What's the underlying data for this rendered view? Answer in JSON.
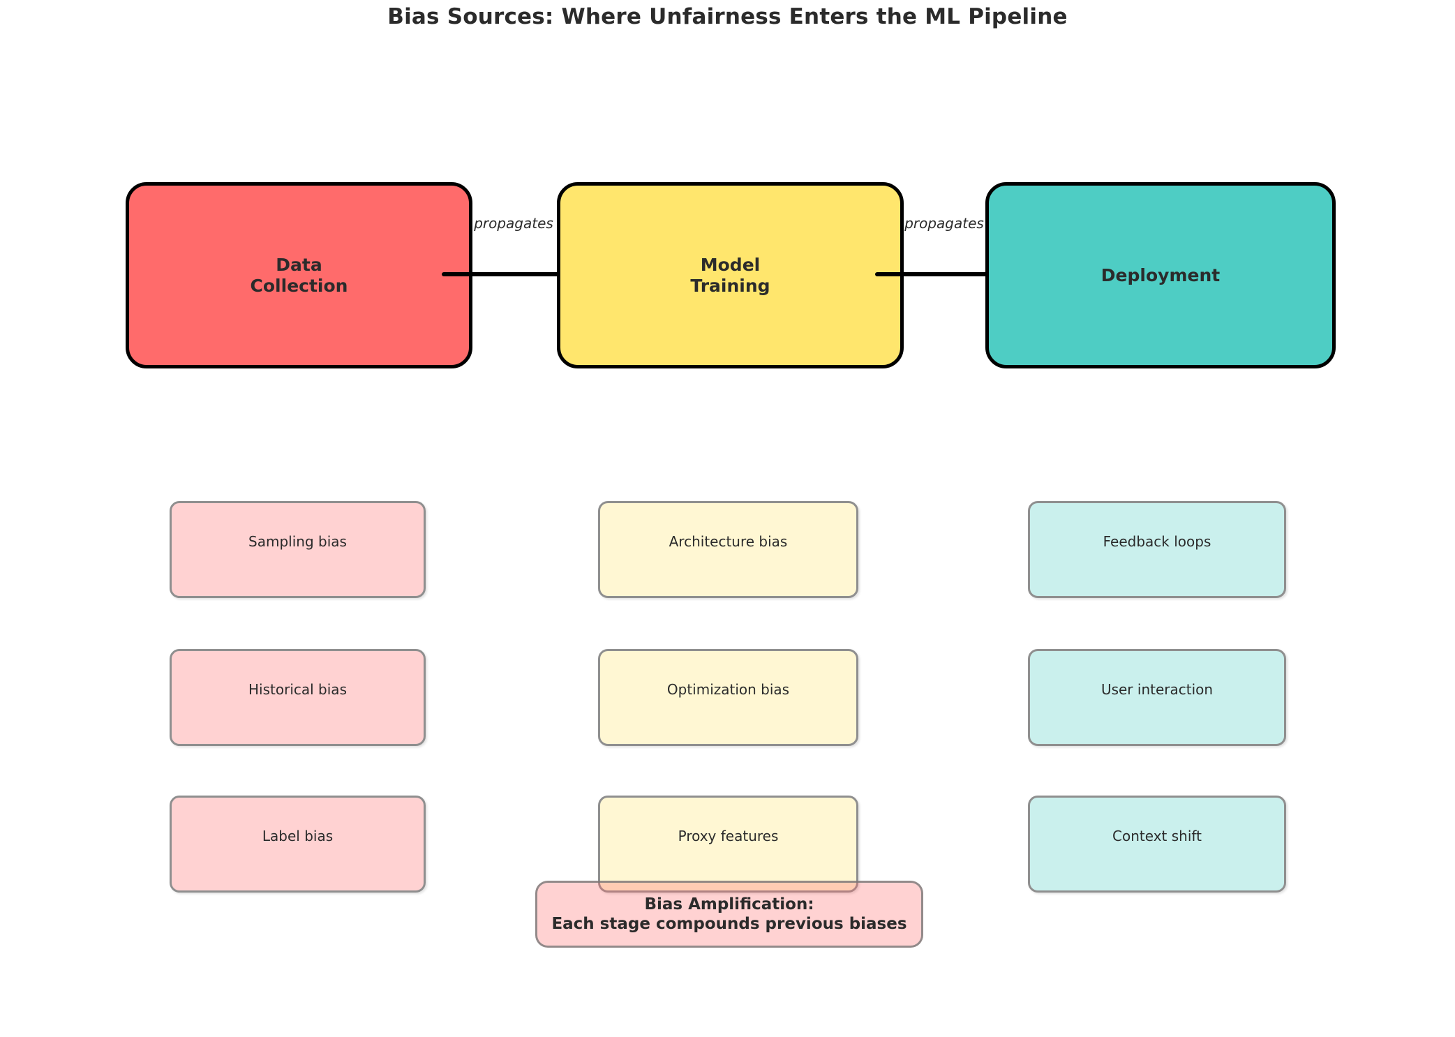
{
  "title": "Bias Sources: Where Unfairness Enters the ML Pipeline",
  "stages": [
    {
      "label": "Data\nCollection",
      "fill": "#FF6B6B"
    },
    {
      "label": "Model\nTraining",
      "fill": "#FFE66D"
    },
    {
      "label": "Deployment",
      "fill": "#4ECDC4"
    }
  ],
  "connectors": [
    {
      "label": "propagates"
    },
    {
      "label": "propagates"
    }
  ],
  "bias_boxes": {
    "data_collection": {
      "fill": "rgba(255,107,107,0.3)",
      "items": [
        "Sampling bias",
        "Historical bias",
        "Label bias"
      ]
    },
    "model_training": {
      "fill": "rgba(255,230,109,0.3)",
      "items": [
        "Architecture bias",
        "Optimization bias",
        "Proxy features"
      ]
    },
    "deployment": {
      "fill": "rgba(78,205,196,0.3)",
      "items": [
        "Feedback loops",
        "User interaction",
        "Context shift"
      ]
    }
  },
  "note": {
    "label": "Bias Amplification:\nEach stage compounds previous biases",
    "fill": "rgba(255,107,107,0.3)"
  },
  "colors": {
    "background": "#ffffff",
    "stage_border": "#000000",
    "bias_border": "#8f8f8f",
    "connector_line": "#000000",
    "text": "#2b2b2b"
  }
}
